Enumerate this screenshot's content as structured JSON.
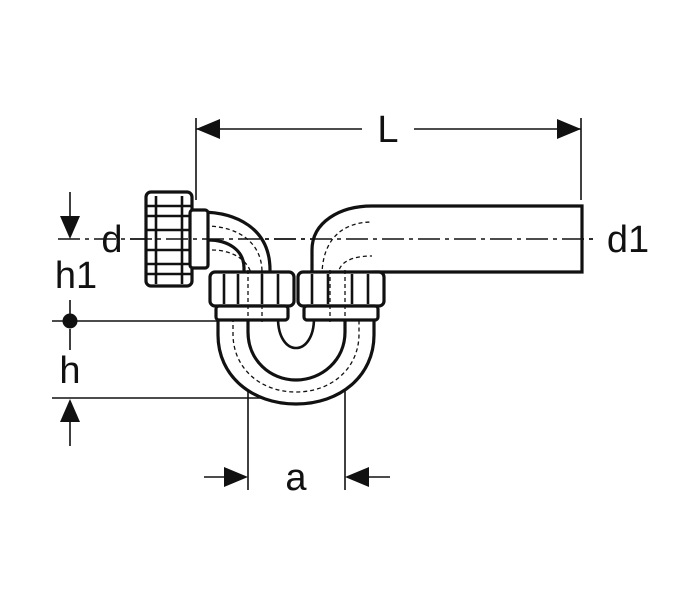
{
  "labels": {
    "L": "L",
    "d": "d",
    "d1": "d1",
    "h1": "h1",
    "h": "h",
    "a": "a"
  },
  "colors": {
    "ink": "#111111",
    "paper": "#ffffff"
  }
}
